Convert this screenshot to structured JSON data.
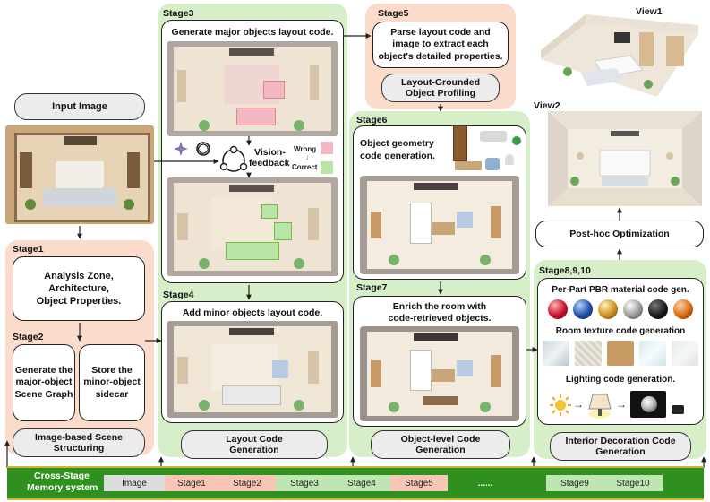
{
  "input": {
    "title": "Input Image"
  },
  "stage1": {
    "label": "Stage1",
    "text": [
      "Analysis Zone,",
      "Architecture,",
      "Object Properties."
    ]
  },
  "stage2": {
    "label": "Stage2",
    "left_text": [
      "Generate the",
      "major-object",
      "Scene Graph"
    ],
    "right_text": [
      "Store the",
      "minor-object",
      "sidecar"
    ]
  },
  "structuring": {
    "title": [
      "Image-based Scene",
      "Structuring"
    ]
  },
  "stage3": {
    "label": "Stage3",
    "title": "Generate major objects layout code.",
    "vision": [
      "Vision-",
      "feedback"
    ],
    "wrong": "Wrong",
    "correct": "Correct",
    "colors": {
      "wrong": "#f4b8c4",
      "correct": "#b9e6a8"
    }
  },
  "stage4": {
    "label": "Stage4",
    "title": "Add minor objects layout code."
  },
  "layout_gen": {
    "title": [
      "Layout Code",
      "Generation"
    ]
  },
  "stage5": {
    "label": "Stage5",
    "text": [
      "Parse layout code and",
      "image to extract each",
      "object's detailed properties."
    ],
    "profiling": [
      "Layout-Grounded",
      "Object Profiling"
    ]
  },
  "stage6": {
    "label": "Stage6",
    "text": [
      "Object geometry",
      "code generation."
    ]
  },
  "stage7": {
    "label": "Stage7",
    "title": [
      "Enrich the room with",
      "code-retrieved objects."
    ]
  },
  "object_gen": {
    "title": [
      "Object-level Code",
      "Generation"
    ]
  },
  "views": {
    "view1": "View1",
    "view2": "View2"
  },
  "post_hoc": {
    "title": "Post-hoc Optimization"
  },
  "stage8": {
    "label": "Stage8,9,10",
    "pbr": "Per-Part PBR material code gen.",
    "texture": "Room texture code generation",
    "lighting": "Lighting  code generation.",
    "sphere_colors": [
      "#c8102e",
      "#1f4fa8",
      "#c9911d",
      "#9a9a9a",
      "#1b1b1b",
      "#d96a13"
    ]
  },
  "interior_gen": {
    "title": [
      "Interior Decoration Code",
      "Generation"
    ]
  },
  "memory": {
    "label": [
      "Cross-Stage",
      "Memory system"
    ],
    "segments": [
      "Image",
      "Stage1",
      "Stage2",
      "Stage3",
      "Stage4",
      "Stage5",
      "......",
      "Stage9",
      "Stage10"
    ],
    "colors": {
      "bar": "#2f8f1f",
      "peach": "#f7c6b6",
      "green": "#bfe6b0",
      "gray": "#dcdcdc"
    }
  }
}
